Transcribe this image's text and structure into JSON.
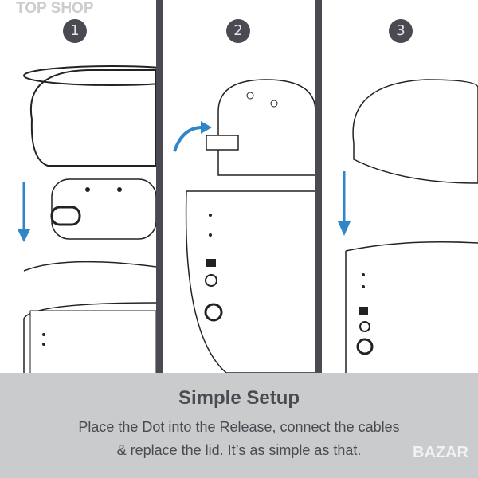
{
  "steps": [
    {
      "number": "1"
    },
    {
      "number": "2"
    },
    {
      "number": "3"
    }
  ],
  "caption": {
    "title": "Simple Setup",
    "line1": "Place the Dot into the Release, connect the cables",
    "line2": "& replace the lid. It’s as simple as that."
  },
  "watermarks": {
    "top_left": "TOP SHOP",
    "bottom_right": "BAZAR"
  },
  "colors": {
    "accent": "#2f86c8",
    "dark": "#4a4a52",
    "band": "#c9cbcc"
  }
}
